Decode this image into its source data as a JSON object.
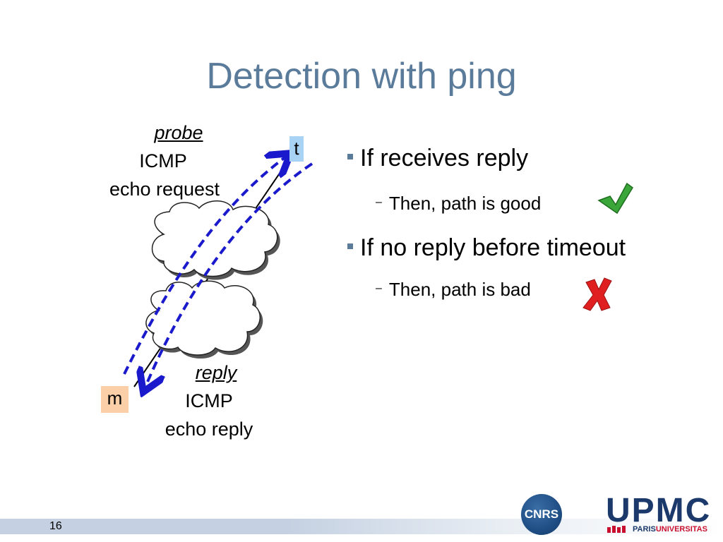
{
  "title": "Detection with ping",
  "diagram": {
    "node_t": "t",
    "node_m": "m",
    "probe": {
      "em": "probe",
      "line1": "ICMP",
      "line2": "echo request"
    },
    "reply": {
      "em": "reply",
      "line1": "ICMP",
      "line2": "echo reply"
    }
  },
  "bullets": [
    {
      "text": "If receives reply",
      "sub": "Then, path is good",
      "icon": "check-mark-icon"
    },
    {
      "text": "If no reply before timeout",
      "sub": "Then, path is bad",
      "icon": "x-mark-icon"
    }
  ],
  "footer": {
    "page_number": "16",
    "logo_cnrs": "CNRS",
    "logo_upmc": "UPMC",
    "logo_paris": "PARIS",
    "logo_universitas": "UNIVERSITAS"
  },
  "colors": {
    "title": "#5b7b9b",
    "arrow": "#1a1acc",
    "node_t": "#a9d3f5",
    "node_m": "#fbd0a9",
    "check": "#3aa63a",
    "cross": "#e02020"
  }
}
